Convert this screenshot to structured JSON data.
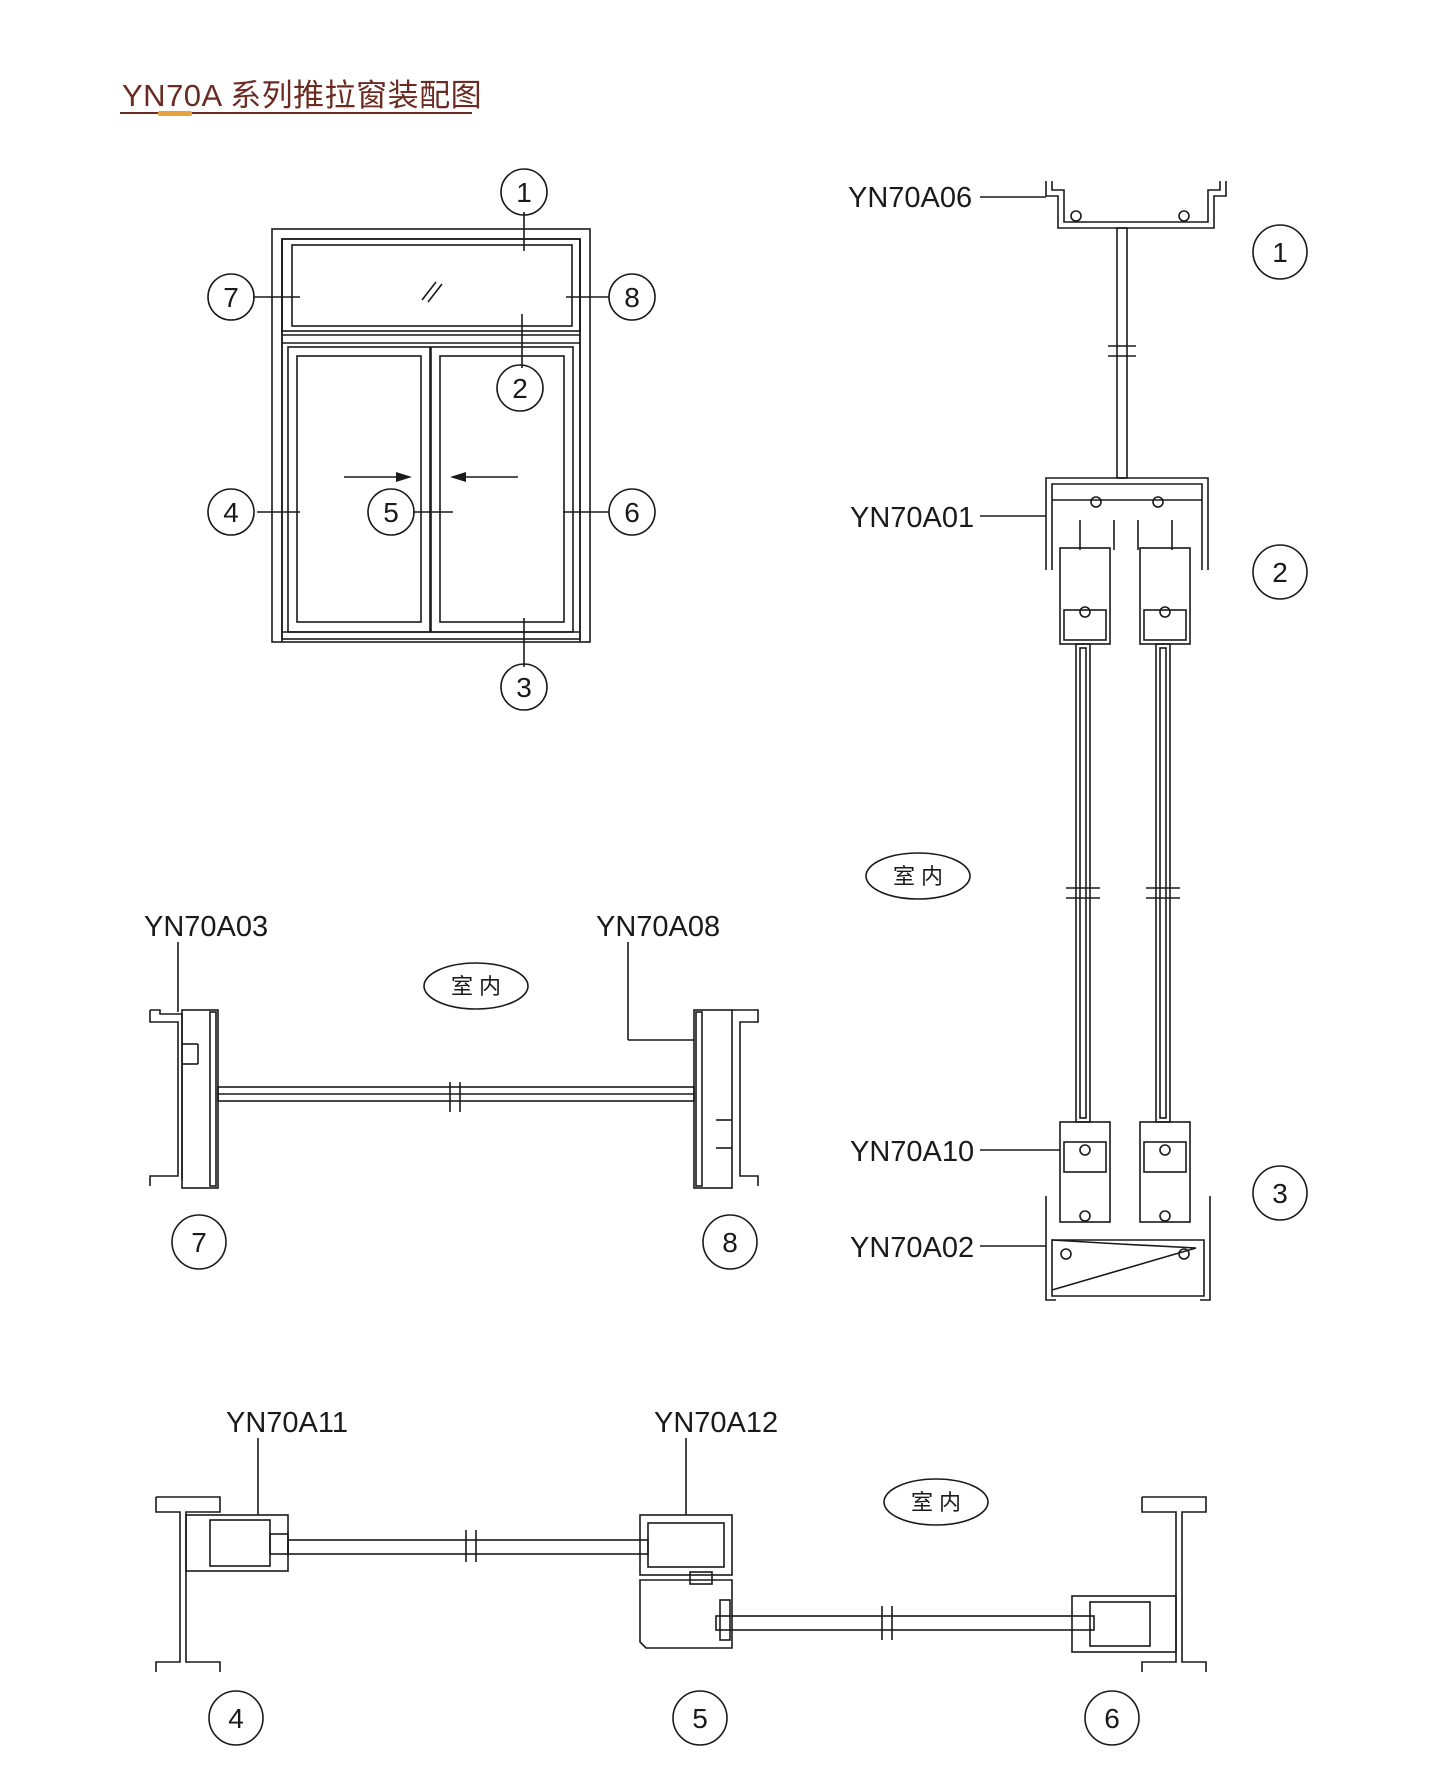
{
  "title": "YN70A 系列推拉窗装配图",
  "callouts": [
    "1",
    "2",
    "3",
    "4",
    "5",
    "6",
    "7",
    "8"
  ],
  "profiles": {
    "a06": "YN70A06",
    "a01": "YN70A01",
    "a10": "YN70A10",
    "a02": "YN70A02",
    "a03": "YN70A03",
    "a08": "YN70A08",
    "a11": "YN70A11",
    "a12": "YN70A12"
  },
  "indoor_label": "室 内",
  "colors": {
    "title": "#6b2b21",
    "accent": "#e8a23c",
    "line": "#1a1a1a"
  }
}
